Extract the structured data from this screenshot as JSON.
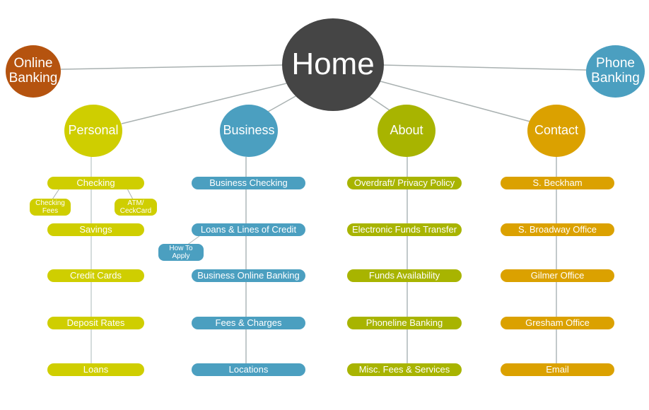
{
  "home": {
    "label": "Home",
    "color": "#454545"
  },
  "online": {
    "label": "Online\nBanking",
    "color": "#b5530f"
  },
  "phone": {
    "label": "Phone\nBanking",
    "color": "#4b9fc0"
  },
  "categories": [
    {
      "label": "Personal",
      "color": "#cfce00",
      "items": [
        "Checking",
        "Savings",
        "Credit Cards",
        "Deposit Rates",
        "Loans"
      ],
      "subs": [
        "Checking\nFees",
        "ATM/\nCeckCard"
      ]
    },
    {
      "label": "Business",
      "color": "#4b9fc0",
      "items": [
        "Business Checking",
        "Loans & Lines of Credit",
        "Business Online Banking",
        "Fees & Charges",
        "Locations"
      ],
      "subs": [
        "How To\nApply"
      ]
    },
    {
      "label": "About",
      "color": "#a8b400",
      "items": [
        "Overdraft/ Privacy Policy",
        "Electronic Funds Transfer",
        "Funds Availability",
        "Phoneline Banking",
        "Misc. Fees & Services"
      ]
    },
    {
      "label": "Contact",
      "color": "#dba100",
      "items": [
        "S. Beckham",
        "S. Broadway Office",
        "Gilmer Office",
        "Gresham Office",
        "Email"
      ]
    }
  ]
}
